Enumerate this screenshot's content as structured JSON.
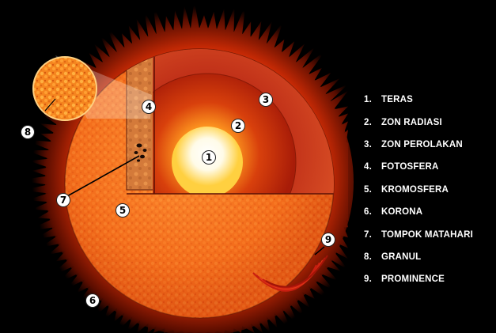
{
  "legend": [
    {
      "number": "1.",
      "name": "TERAS"
    },
    {
      "number": "2.",
      "name": "ZON RADIASI"
    },
    {
      "number": "3.",
      "name": "ZON PEROLAKAN"
    },
    {
      "number": "4.",
      "name": "FOTOSFERA"
    },
    {
      "number": "5.",
      "name": "KROMOSFERA"
    },
    {
      "number": "6.",
      "name": "KORONA"
    },
    {
      "number": "7.",
      "name": "TOMPOK MATAHARI"
    },
    {
      "number": "8.",
      "name": "GRANUL"
    },
    {
      "number": "9.",
      "name": "PROMINENCE"
    }
  ],
  "callouts": {
    "c1": "1",
    "c2": "2",
    "c3": "3",
    "c4": "4",
    "c5": "5",
    "c6": "6",
    "c7": "7",
    "c8": "8",
    "c9": "9"
  },
  "colors": {
    "background": "#000000",
    "corona": "#e8400a",
    "surface": "#f26a1c",
    "core": "#ffffff",
    "radiative_zone": "#b8240c",
    "convective_zone": "#d8401c"
  }
}
